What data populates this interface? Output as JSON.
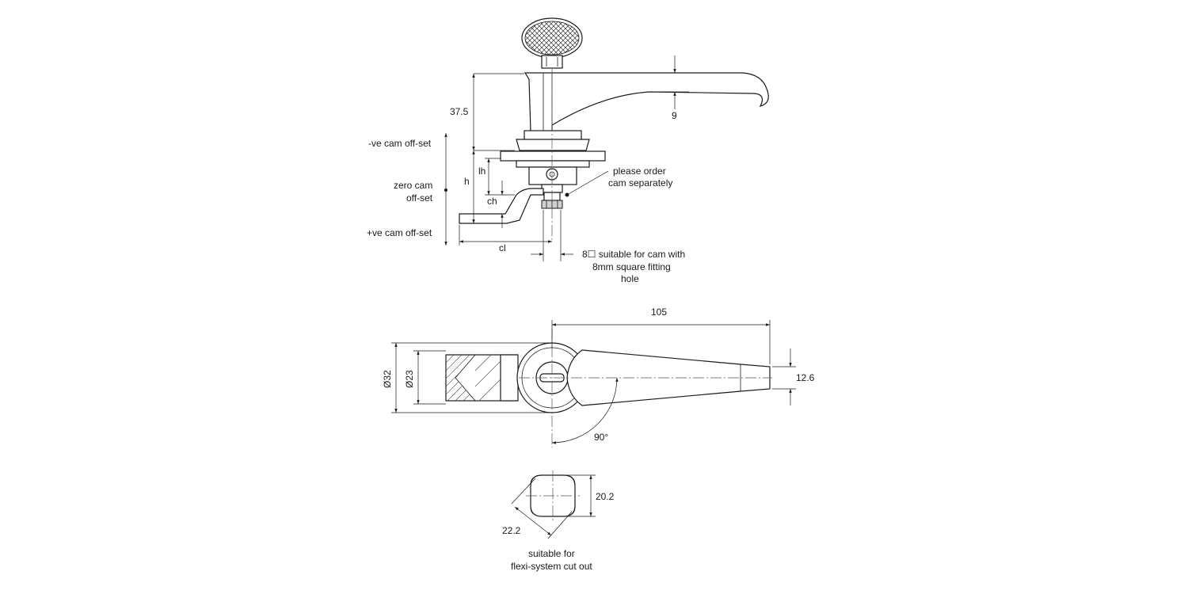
{
  "colors": {
    "line": "#1a1a1a",
    "background": "#ffffff",
    "shade": "#cfcfcf"
  },
  "side_view": {
    "dim_37_5": "37.5",
    "dim_9": "9",
    "label_neg_offset": "-ve cam off-set",
    "label_zero_1": "zero cam",
    "label_zero_2": "off-set",
    "label_pos_offset": "+ve cam off-set",
    "dim_lh": "lh",
    "dim_h": "h",
    "dim_ch": "ch",
    "dim_cl": "cl",
    "note_cam_1": "please order",
    "note_cam_2": "cam separately",
    "note_square_1": "8☐ suitable for cam with",
    "note_square_2": "8mm square fitting",
    "note_square_3": "hole"
  },
  "top_view": {
    "dim_105": "105",
    "dim_32": "Ø32",
    "dim_23": "Ø23",
    "dim_12_6": "12.6",
    "angle": "90°"
  },
  "cutout_view": {
    "dim_20_2": "20.2",
    "dim_22_2": "22.2",
    "caption_1": "suitable for",
    "caption_2": "flexi-system cut out"
  }
}
